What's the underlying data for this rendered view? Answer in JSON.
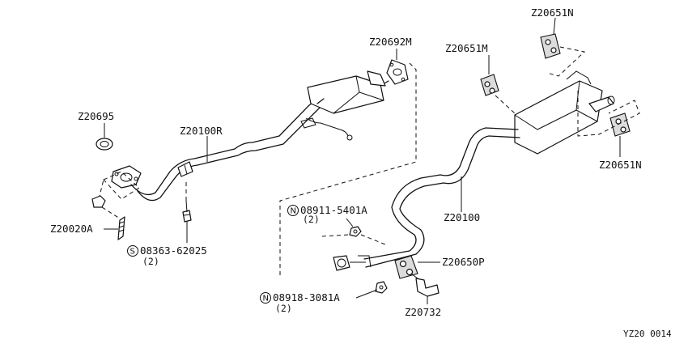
{
  "parts": {
    "z20692m": "Z20692M",
    "z20651m": "Z20651M",
    "z20651n_top": "Z20651N",
    "z20651n_right": "Z20651N",
    "z20695": "Z20695",
    "z20100r": "Z20100R",
    "z20020a": "Z20020A",
    "z20100": "Z20100",
    "z20650p": "Z20650P",
    "z20732": "Z20732"
  },
  "fasteners": {
    "bolt_08363": {
      "symbol": "S",
      "number": "08363-62025",
      "qty": "(2)"
    },
    "nut_08911": {
      "symbol": "N",
      "number": "08911-5401A",
      "qty": "(2)"
    },
    "nut_08918": {
      "symbol": "N",
      "number": "08918-3081A",
      "qty": "(2)"
    }
  },
  "diagram_code": "YZ20 0014"
}
